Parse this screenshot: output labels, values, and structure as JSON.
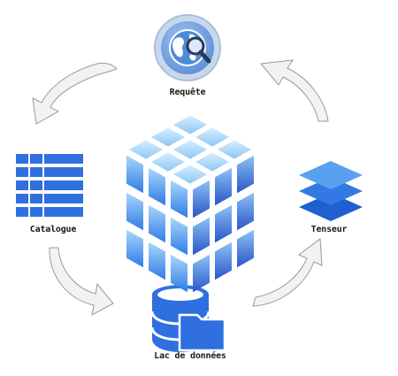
{
  "nodes": {
    "query": {
      "label": "Requête",
      "icon": "globe-search-icon"
    },
    "tensor": {
      "label": "Tenseur",
      "icon": "stacked-layers-icon"
    },
    "data_lake": {
      "label": "Lac de données",
      "icon": "database-folder-icon"
    },
    "catalog": {
      "label": "Catalogue",
      "icon": "table-grid-icon"
    },
    "center": {
      "icon": "data-cube-icon"
    }
  },
  "colors": {
    "primary_blue": "#2f6fe0",
    "light_blue": "#6aa8f2",
    "pale_blue": "#b9dcfb",
    "arrow_fill": "#f2f2f2",
    "arrow_stroke": "#9a9a9a",
    "label_text": "#1a1a1a"
  }
}
